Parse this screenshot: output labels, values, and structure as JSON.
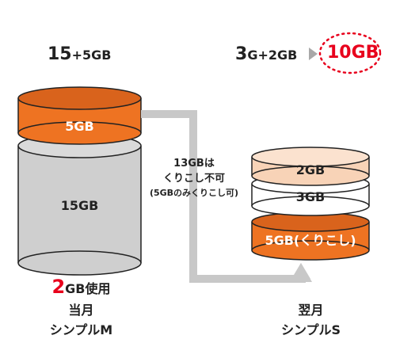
{
  "left": {
    "capacity_main": "15",
    "capacity_plus": "+5GB",
    "top_disk_label": "5GB",
    "bottom_disk_label": "15GB",
    "usage_number": "2",
    "usage_suffix": "GB使用",
    "month_label": "当月",
    "plan_label": "シンプルM"
  },
  "right": {
    "capacity_3": "3",
    "capacity_rest": "G+2GB",
    "result": "10GB",
    "disk_top_label": "2GB",
    "disk_mid_label": "3GB",
    "disk_bottom_label": "5GB(くりこし)",
    "month_label": "翌月",
    "plan_label": "シンプルS"
  },
  "note": {
    "line1": "13GBは",
    "line2": "くりこし不可",
    "line3": "(5GBのみくりこし可)"
  },
  "colors": {
    "orange": "#ee7322",
    "orange_dark": "#c9581a",
    "peach": "#f8d3b7",
    "gray": "#cfcfcf",
    "arrow": "#c8c8c8",
    "red": "#e8001c"
  }
}
